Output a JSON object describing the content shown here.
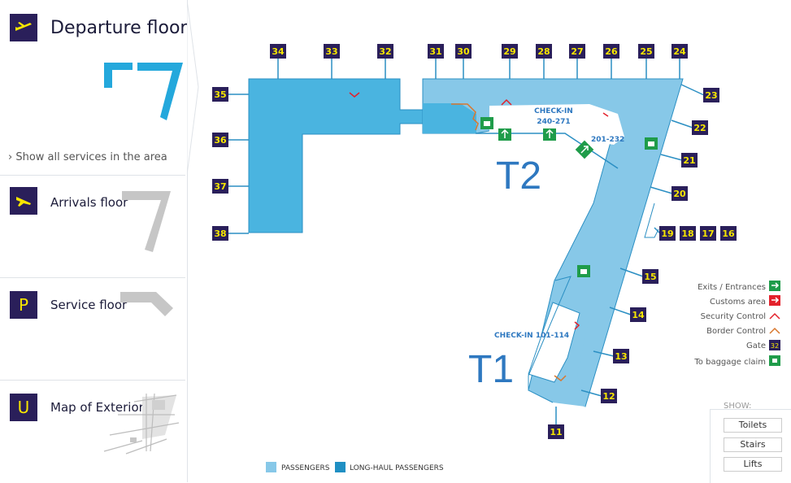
{
  "sidebar": {
    "floors": [
      {
        "label": "Departure floor",
        "icon": "departure-plane-icon",
        "active": true
      },
      {
        "label": "Arrivals floor",
        "icon": "arrival-plane-icon"
      },
      {
        "label": "Service floor",
        "icon": "P"
      },
      {
        "label": "Map of Exterior",
        "icon": "U"
      }
    ],
    "show_all": "› Show all services in the area"
  },
  "map": {
    "terminal_labels": [
      "T2",
      "T1"
    ],
    "checkin_t2": {
      "line1": "CHECK-IN",
      "line2": "240-271"
    },
    "checkin_t1": "CHECK-IN 101-114",
    "checkin_201": "201-232",
    "gates": [
      "34",
      "33",
      "32",
      "31",
      "30",
      "29",
      "28",
      "27",
      "26",
      "25",
      "24",
      "35",
      "36",
      "37",
      "38",
      "23",
      "22",
      "21",
      "20",
      "19",
      "18",
      "17",
      "16",
      "15",
      "14",
      "13",
      "12",
      "11"
    ]
  },
  "legend": {
    "items": [
      "Exits / Entrances",
      "Customs area",
      "Security Control",
      "Border Control",
      "Gate",
      "To baggage claim"
    ],
    "gate_sample": "32"
  },
  "bottom_legend": [
    "PASSENGERS",
    "LONG-HAUL PASSENGERS"
  ],
  "show_panel": {
    "title": "SHOW:",
    "buttons": [
      "Toilets",
      "Stairs",
      "Lifts"
    ]
  },
  "colors": {
    "passengers": "#87c8e8",
    "long_haul": "#4ab4e0",
    "gate_badge": "#2a1f5a",
    "gate_text": "#f7e600",
    "exit_green": "#1f9c4a",
    "customs_red": "#e3212b",
    "border_orange": "#d9772e",
    "terminal_label": "#2e78c0"
  }
}
